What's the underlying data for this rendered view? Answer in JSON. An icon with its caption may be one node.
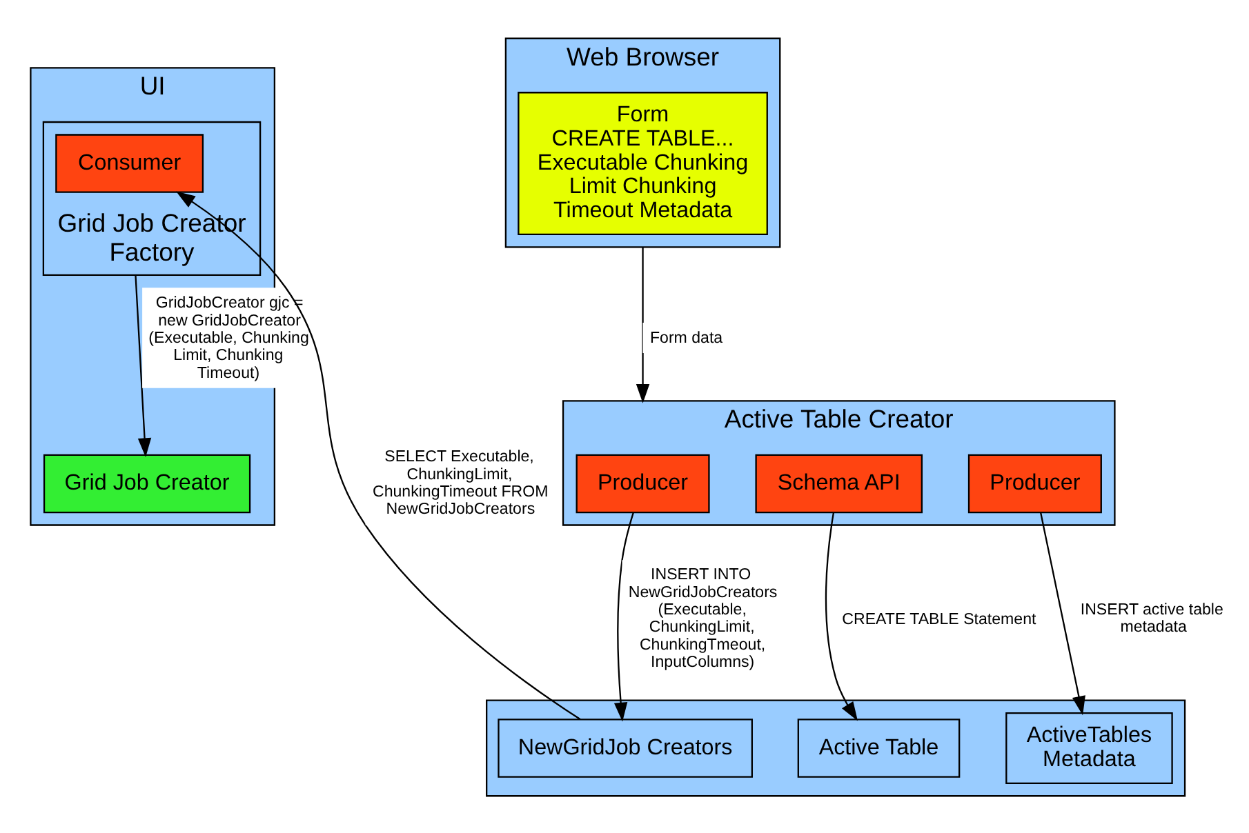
{
  "diagram": {
    "nodes": [
      {
        "text": [
          "Web Browser"
        ]
      },
      {
        "text": [
          "Form",
          "CREATE TABLE... Executable Chunking Limit Chunking Timeout Metadata"
        ],
        "in": 0
      },
      {
        "text": [
          "UI"
        ]
      },
      {
        "text": [
          "Grid Job Creator Factory"
        ],
        "in": 2
      },
      {
        "text": [
          "Consumer"
        ],
        "in": 3
      },
      {
        "text": [
          "Grid Job Creator"
        ],
        "in": 2
      },
      {
        "text": [
          "Active Table Creator"
        ]
      },
      {
        "text": [
          "Producer"
        ],
        "in": 6
      },
      {
        "text": [
          "Schema API"
        ],
        "in": 6
      },
      {
        "text": [
          "Producer"
        ],
        "in": 6
      },
      {
        "text": [],
        "shape": "box"
      },
      {
        "text": [
          "NewGridJob Creators"
        ],
        "in": 10
      },
      {
        "text": [
          "Active Table"
        ],
        "in": 10
      },
      {
        "text": [
          "ActiveTables Metadata"
        ],
        "in": 10
      }
    ],
    "edges": [
      {
        "from": 0,
        "to": 6,
        "arrow": "to",
        "label": "Form data"
      },
      {
        "from": 11,
        "to": 4,
        "arrow": "to",
        "label": "SELECT Executable, ChunkingLimit, ChunkingTimeout FROM NewGridJobCreators"
      },
      {
        "from": 3,
        "to": 5,
        "arrow": "to",
        "label": "GridJobCreator gjc = new GridJobCreator (Executable, Chunking Limit, Chunking Timeout)"
      },
      {
        "from": 7,
        "to": 11,
        "arrow": "to",
        "label": "INSERT INTO NewGridJobCreators (Executable, ChunkingLimit, ChunkingTmeout, InputColumns)"
      },
      {
        "from": 8,
        "to": 12,
        "arrow": "to",
        "label": "CREATE TABLE Statement"
      },
      {
        "from": 9,
        "to": 13,
        "arrow": "to",
        "label": "INSERT active table metadata"
      }
    ]
  }
}
